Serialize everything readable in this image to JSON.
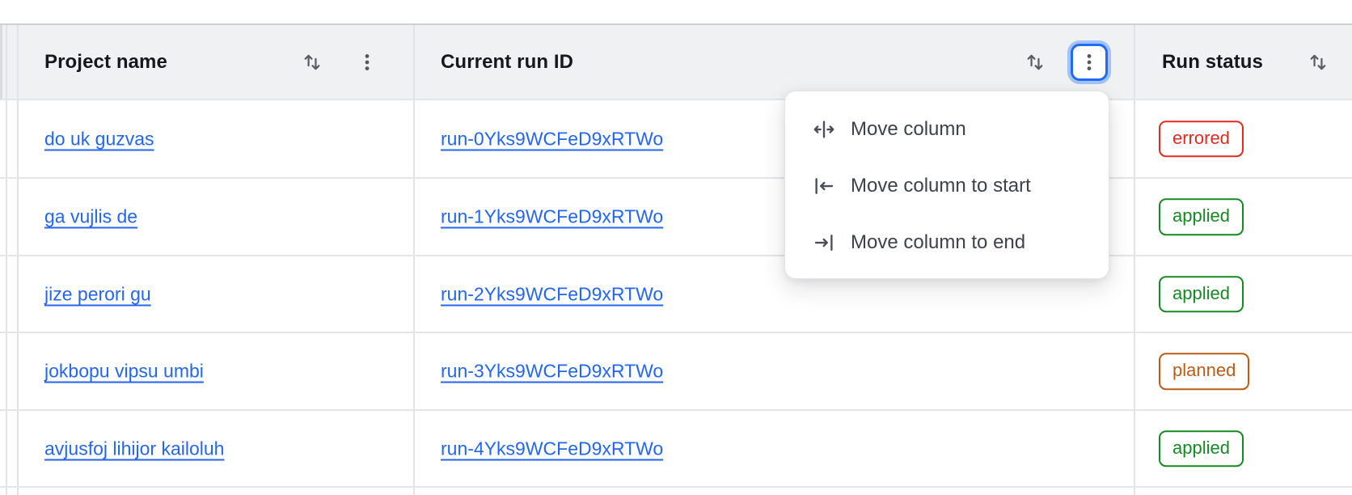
{
  "table": {
    "columns": [
      {
        "label": "Project name"
      },
      {
        "label": "Current run ID"
      },
      {
        "label": "Run status"
      }
    ],
    "rows": [
      {
        "project_name": "do uk guzvas",
        "run_id": "run-0Yks9WCFeD9xRTWo",
        "status": "errored"
      },
      {
        "project_name": "ga vujlis de",
        "run_id": "run-1Yks9WCFeD9xRTWo",
        "status": "applied"
      },
      {
        "project_name": "jize perori gu",
        "run_id": "run-2Yks9WCFeD9xRTWo",
        "status": "applied"
      },
      {
        "project_name": "jokbopu vipsu umbi",
        "run_id": "run-3Yks9WCFeD9xRTWo",
        "status": "planned"
      },
      {
        "project_name": "avjusfoj lihijor kailoluh",
        "run_id": "run-4Yks9WCFeD9xRTWo",
        "status": "applied"
      }
    ]
  },
  "column_menu": {
    "items": [
      {
        "label": "Move column",
        "icon": "move-column-icon"
      },
      {
        "label": "Move column to start",
        "icon": "move-column-to-start-icon"
      },
      {
        "label": "Move column to end",
        "icon": "move-column-to-end-icon"
      }
    ]
  },
  "icons": {
    "sort": "sort-arrows-icon",
    "kebab": "kebab-menu-icon"
  },
  "status_colors": {
    "errored": "#e02b1e",
    "applied": "#148a21",
    "planned": "#bc5b15"
  },
  "colors": {
    "link": "#2366f2",
    "focus_ring": "#1f6cf3",
    "header_bg": "#f0f1f2"
  }
}
